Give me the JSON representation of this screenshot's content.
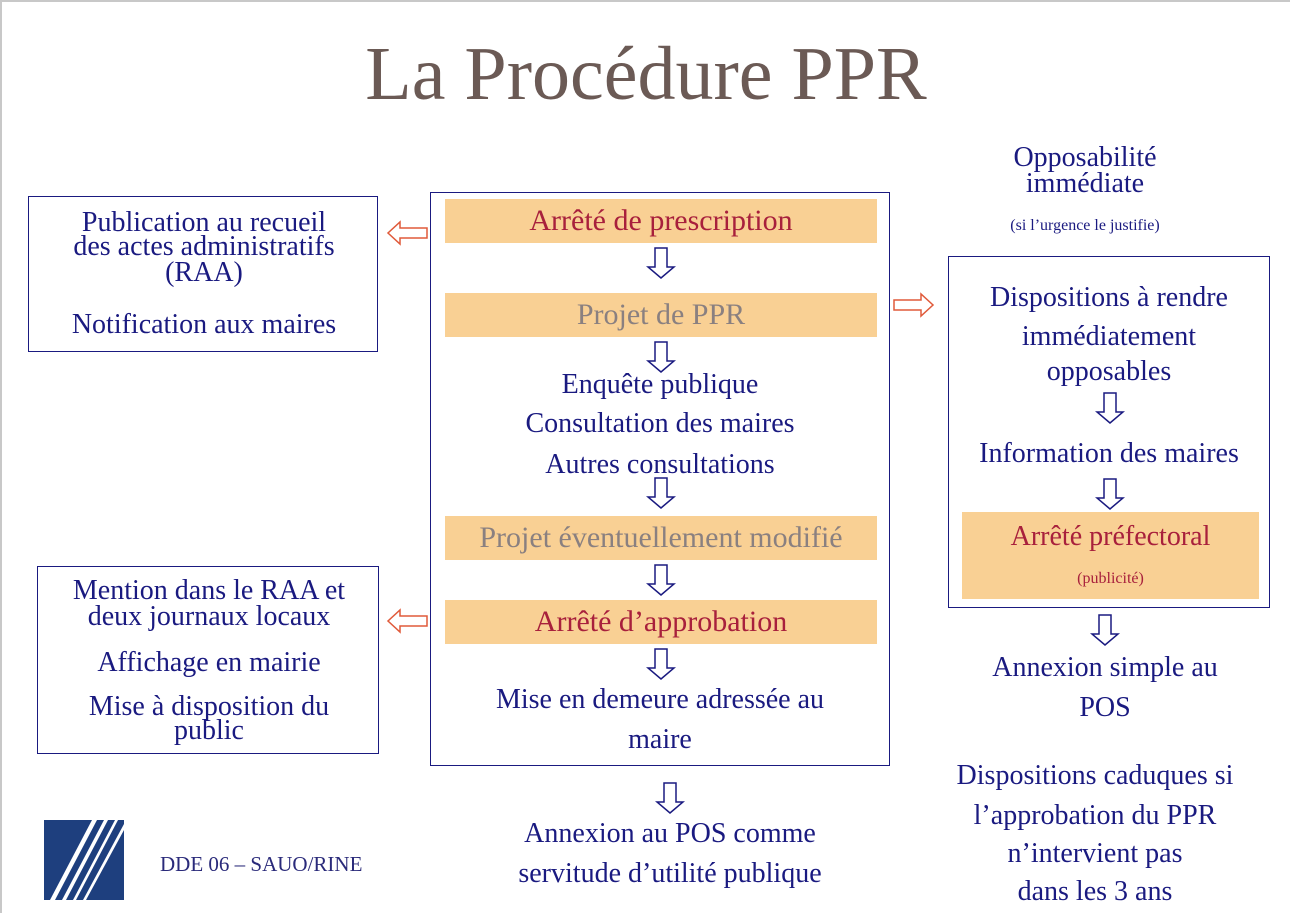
{
  "title": "La Procédure PPR",
  "left_top_box": {
    "line1": "Publication au recueil",
    "line2": "des actes administratifs",
    "line3": "(RAA)",
    "line4": "Notification aux maires"
  },
  "left_bottom_box": {
    "line1": "Mention dans le RAA et",
    "line2": "deux journaux locaux",
    "line3": "Affichage en mairie",
    "line4": "Mise à disposition du",
    "line5": "public"
  },
  "center": {
    "step1": "Arrêté de prescription",
    "step2": "Projet de PPR",
    "step3_line1": "Enquête publique",
    "step3_line2": "Consultation des maires",
    "step3_line3": "Autres consultations",
    "step4": "Projet éventuellement modifié",
    "step5": "Arrêté d’approbation",
    "step6_line1": "Mise en demeure adressée au",
    "step6_line2": "maire",
    "final_line1": "Annexion au POS comme",
    "final_line2": "servitude d’utilité publique"
  },
  "right": {
    "heading_line1": "Opposabilité",
    "heading_line2": "immédiate",
    "heading_note": "(si l’urgence le justifie)",
    "box_line1": "Dispositions à rendre",
    "box_line2": "immédiatement",
    "box_line3": "opposables",
    "box_line4": "Information des maires",
    "band_label": "Arrêté préfectoral",
    "band_note": "(publicité)",
    "annex_line1": "Annexion simple au",
    "annex_line2": "POS",
    "caduc_line1": "Dispositions caduques si",
    "caduc_line2": "l’approbation du PPR",
    "caduc_line3": "n’intervient pas",
    "caduc_line4": "dans les 3 ans"
  },
  "footer": "DDE 06 – SAUO/RINE",
  "colors": {
    "title": "#6b5a55",
    "text_navy": "#1a1a80",
    "text_red": "#a8203c",
    "text_grey": "#8a8080",
    "band_fill": "#f9d094",
    "arrow_outline": "#e05a3a",
    "logo_blue": "#1e3f7e"
  }
}
